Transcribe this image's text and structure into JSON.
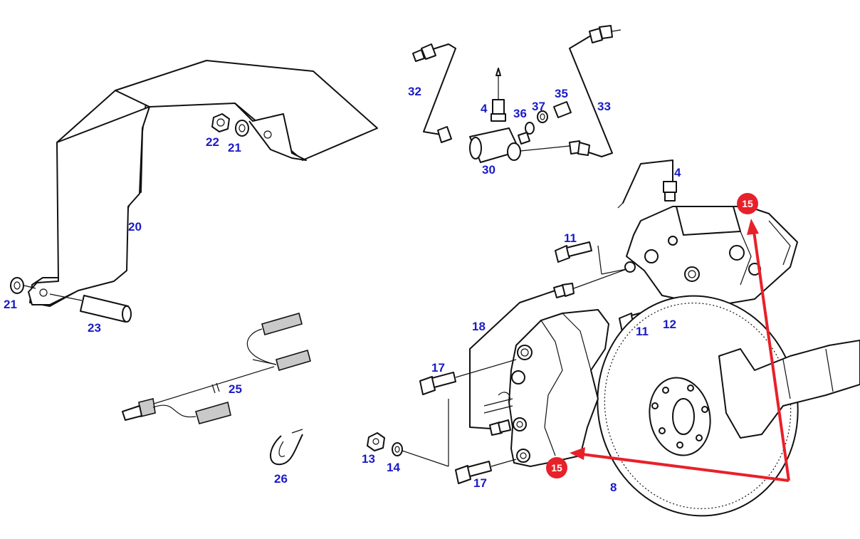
{
  "colors": {
    "label": "#1a1ac8",
    "line": "#111111",
    "highlight": "#e8202a",
    "badge_text": "#ffffff"
  },
  "labels": {
    "p20": "20",
    "p21a": "21",
    "p21b": "21",
    "p22": "22",
    "p23": "23",
    "p25": "25",
    "p26": "26",
    "p32": "32",
    "p4a": "4",
    "p36": "36",
    "p37": "37",
    "p35": "35",
    "p33": "33",
    "p30": "30",
    "p4b": "4",
    "p11a": "11",
    "p11b": "11",
    "p12": "12",
    "p18": "18",
    "p17a": "17",
    "p17b": "17",
    "p13": "13",
    "p14": "14",
    "p8": "8"
  },
  "highlight": {
    "part": "15",
    "badges": [
      "15",
      "15"
    ]
  }
}
